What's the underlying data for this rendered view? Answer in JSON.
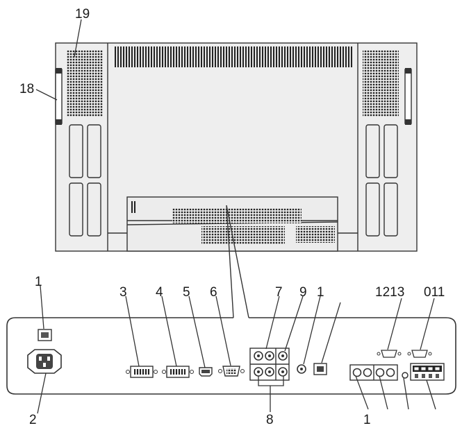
{
  "labels": {
    "l19": "19",
    "l18": "18",
    "l1a": "1",
    "l3": "3",
    "l4": "4",
    "l5": "5",
    "l6": "6",
    "l7": "7",
    "l9": "9",
    "l1b": "1",
    "l1213": "1213",
    "l011": "011",
    "l2": "2",
    "l8": "8",
    "l1c": "1"
  },
  "colors": {
    "panel": "#eeeeee",
    "line": "#333333",
    "dots": "#222222"
  }
}
